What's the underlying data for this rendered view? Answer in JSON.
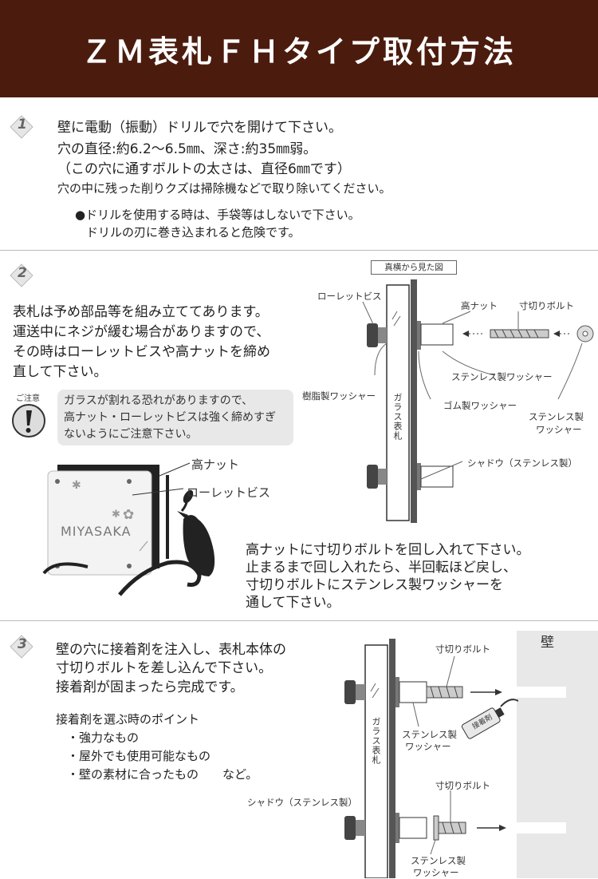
{
  "title": "ＺＭ表札ＦＨタイプ取付方法",
  "steps": [
    {
      "num": "1",
      "lines": [
        "壁に電動（振動）ドリルで穴を開けて下さい。",
        "穴の直径:約6.2〜6.5㎜、深さ:約35㎜弱。",
        "（この穴に通すボルトの太さは、直径6㎜です）",
        "穴の中に残った削りクズは掃除機などで取り除いてください。"
      ],
      "notes": [
        "●ドリルを使用する時は、手袋等はしないで下さい。",
        "ドリルの刃に巻き込まれると危険です。"
      ]
    },
    {
      "num": "2",
      "lines": [
        "表札は予め部品等を組み立ててあります。",
        "運送中にネジが緩む場合がありますので、",
        "その時はローレットビスや高ナットを締め",
        "直して下さい。"
      ],
      "caution_label": "ご注意",
      "caution_lines": [
        "ガラスが割れる恐れがありますので、",
        "高ナット・ローレットビスは強く締めすぎ",
        "ないようにご注意下さい。"
      ],
      "diagram_title": "真横から見た図",
      "labels": {
        "knurled_screw": "ローレットビス",
        "high_nut": "高ナット",
        "cut_bolt": "寸切りボルト",
        "steel_washer": "ステンレス製ワッシャー",
        "resin_washer": "樹脂製ワッシャー",
        "rubber_washer": "ゴム製ワッシャー",
        "steel_washer_1": "ステンレス製",
        "steel_washer_2": "ワッシャー",
        "glass_plate": "ガラス表札",
        "shadow": "シャドウ（ステンレス製）"
      },
      "photo_labels": {
        "high_nut": "高ナット",
        "knurled_screw": "ローレットビス",
        "nameplate": "MIYASAKA"
      },
      "instruction": [
        "高ナットに寸切りボルトを回し入れて下さい。",
        "止まるまで回し入れたら、半回転ほど戻し、",
        "寸切りボルトにステンレス製ワッシャーを",
        "通して下さい。"
      ]
    },
    {
      "num": "3",
      "lines": [
        "壁の穴に接着剤を注入し、表札本体の",
        "寸切りボルトを差し込んで下さい。",
        "接着剤が固まったら完成です。"
      ],
      "points_title": "接着剤を選ぶ時のポイント",
      "points": [
        "・強力なもの",
        "・屋外でも使用可能なもの",
        "・壁の素材に合ったもの　　など。"
      ],
      "labels": {
        "cut_bolt_top": "寸切りボルト",
        "cut_bolt_bottom": "寸切りボルト",
        "washer_top_1": "ステンレス製",
        "washer_top_2": "ワッシャー",
        "washer_bottom_1": "ステンレス製",
        "washer_bottom_2": "ワッシャー",
        "glass_plate": "ガラス表札",
        "shadow": "シャドウ（ステンレス製）",
        "wall": "壁",
        "glue": "接着剤"
      }
    }
  ],
  "colors": {
    "header": "#4b1c0e",
    "step_badge": "#e6e6e6",
    "wall": "#e8e8e8"
  }
}
